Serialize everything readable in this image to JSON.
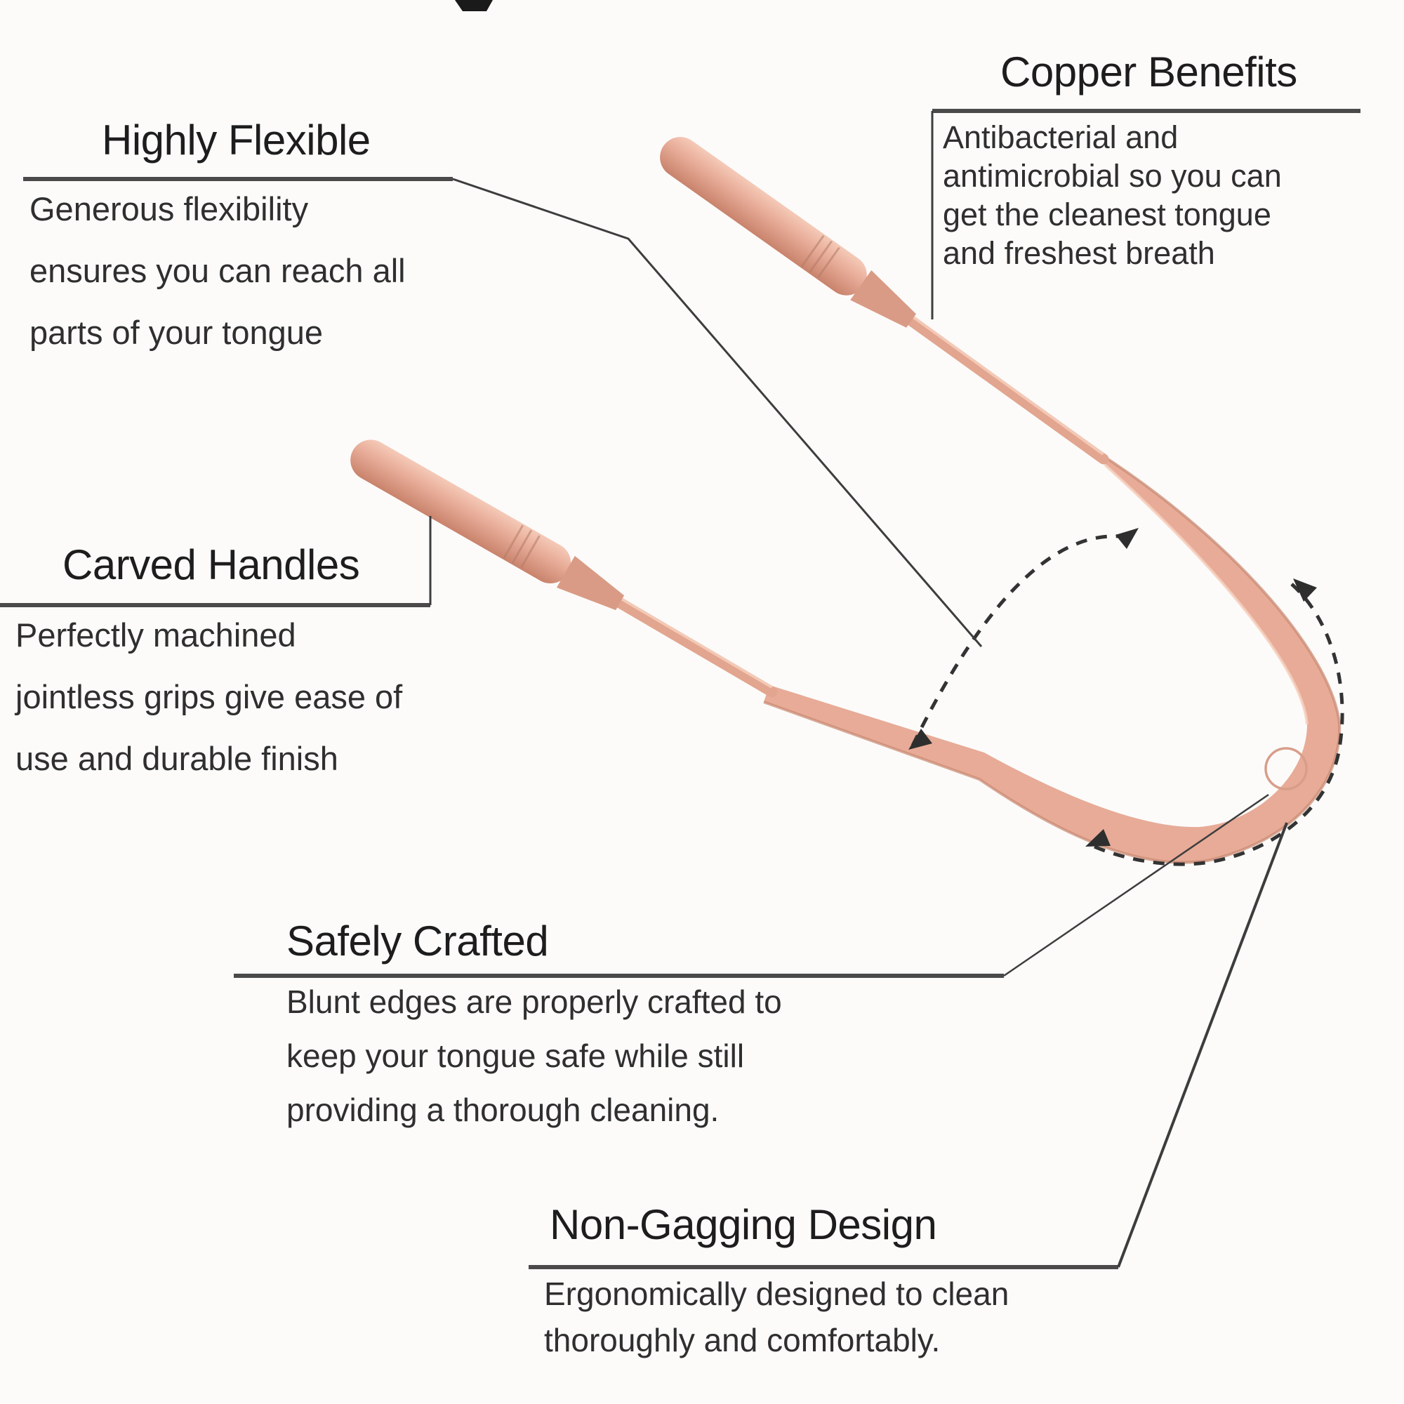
{
  "diagram_title": "copper tongue scraper feature infographic",
  "callouts": {
    "copper_benefits": {
      "title": "Copper Benefits",
      "lines": [
        "Antibacterial and",
        "antimicrobial so you can",
        "get the cleanest tongue",
        "and freshest breath"
      ]
    },
    "highly_flexible": {
      "title": "Highly Flexible",
      "lines": [
        "Generous flexibility",
        "ensures you can reach all",
        "parts of your tongue"
      ]
    },
    "carved_handles": {
      "title": "Carved Handles",
      "lines": [
        "Perfectly machined",
        "jointless grips give ease of",
        "use and durable finish"
      ]
    },
    "safely_crafted": {
      "title": "Safely Crafted",
      "lines": [
        "Blunt edges are properly crafted to",
        "keep your tongue safe while still",
        "providing a thorough cleaning."
      ]
    },
    "non_gagging": {
      "title": "Non-Gagging Design",
      "lines": [
        "Ergonomically designed to clean",
        "thoroughly and comfortably."
      ]
    }
  },
  "product": {
    "name": "copper tongue scraper",
    "colors": {
      "copper_base": "#e7ab97",
      "copper_light": "#f5cab8",
      "copper_mid": "#e8ad99",
      "copper_dark": "#c9836c",
      "copper_edge": "#c8876f",
      "copper_inner_highlight": "#f6d0bd",
      "highlight_circle": "#d89e8a",
      "leader_line": "#3d3d3d",
      "underline": "#4a4a4a",
      "dash": "#333333",
      "arrow": "#2e2e2e"
    }
  },
  "canvas": {
    "background": "#fcfbfa"
  }
}
